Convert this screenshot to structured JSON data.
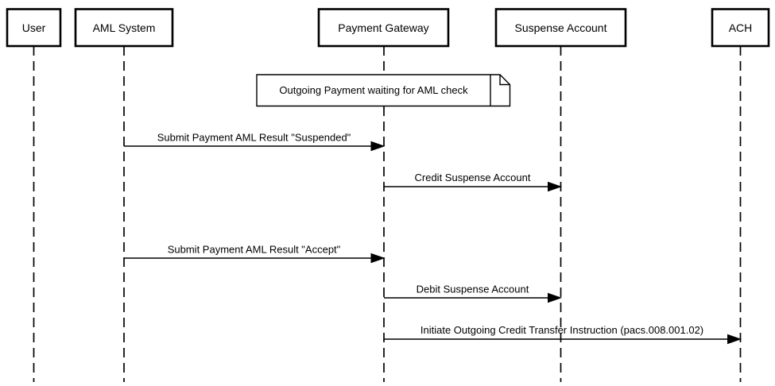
{
  "diagram": {
    "type": "uml-sequence",
    "colors": {
      "stroke": "#000000",
      "fill": "#ffffff"
    },
    "actors": [
      {
        "id": "user",
        "label": "User"
      },
      {
        "id": "aml-system",
        "label": "AML System"
      },
      {
        "id": "payment-gateway",
        "label": "Payment Gateway"
      },
      {
        "id": "suspense-account",
        "label": "Suspense Account"
      },
      {
        "id": "ach",
        "label": "ACH"
      }
    ],
    "note": {
      "text": "Outgoing Payment waiting for AML check",
      "anchor": "payment-gateway"
    },
    "messages": [
      {
        "from": "aml-system",
        "to": "payment-gateway",
        "label": "Submit Payment AML Result \"Suspended\""
      },
      {
        "from": "payment-gateway",
        "to": "suspense-account",
        "label": "Credit Suspense Account"
      },
      {
        "from": "aml-system",
        "to": "payment-gateway",
        "label": "Submit Payment AML Result \"Accept\""
      },
      {
        "from": "payment-gateway",
        "to": "suspense-account",
        "label": "Debit Suspense Account"
      },
      {
        "from": "payment-gateway",
        "to": "ach",
        "label": "Initiate Outgoing Credit Transfer Instruction (pacs.008.001.02)"
      }
    ]
  }
}
